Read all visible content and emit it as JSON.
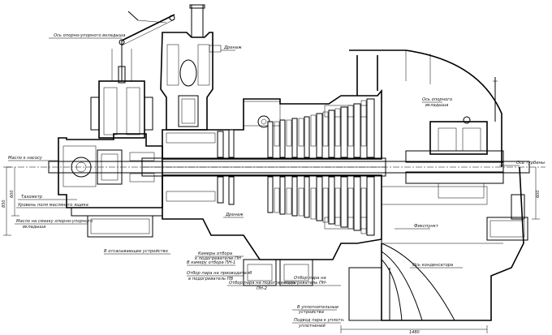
{
  "labels": {
    "thrust_bearing_axis": "Ось опорно-упорного вкладыша",
    "drain_top": "Дренаж",
    "oil_to_pump": "Масло к насосу",
    "tachometer": "Тахометр",
    "oil_level": "Уровень поля масляного ящика",
    "oil_to_bearing_1": "Масло на смазку опорно-упорного",
    "oil_to_bearing_2": "вкладыша",
    "bearing_axis_right_1": "Ось опорного",
    "bearing_axis_right_2": "вкладыша",
    "turbine_axis": "Ось турбины",
    "drain_mid": "Дренаж",
    "fixpoint": "Фикспункт",
    "to_seal_device": "В отсасывающее устройство",
    "extraction_lp1_1": "Камеры отбора",
    "extraction_lp1_2": "к подогревателю ПН",
    "extraction_pn1": "В камеру отбора ПН-1",
    "steam_to_deaerator_1": "Отбор пара на приоводителб",
    "steam_to_deaerator_2": "в подогреватель ПВ",
    "steam_to_heater_1": "Отбор пара на подогреватель",
    "steam_to_heater_2": "ПН-2",
    "steam_to_heater_pn_1": "Отбор пара на",
    "steam_to_heater_pn_2": "подогреватель ПН-",
    "condenser_axis": "Ось конденсатора",
    "to_ejector_1": "В уплотнительные",
    "to_ejector_2": "устройства",
    "steam_supply_1": "Подвод пара к уплотн.",
    "steam_supply_2": "уплотнений"
  },
  "dimensions": {
    "left_height_total": "850",
    "left_height": "600",
    "right_height": "600",
    "bottom_length": "1480"
  }
}
